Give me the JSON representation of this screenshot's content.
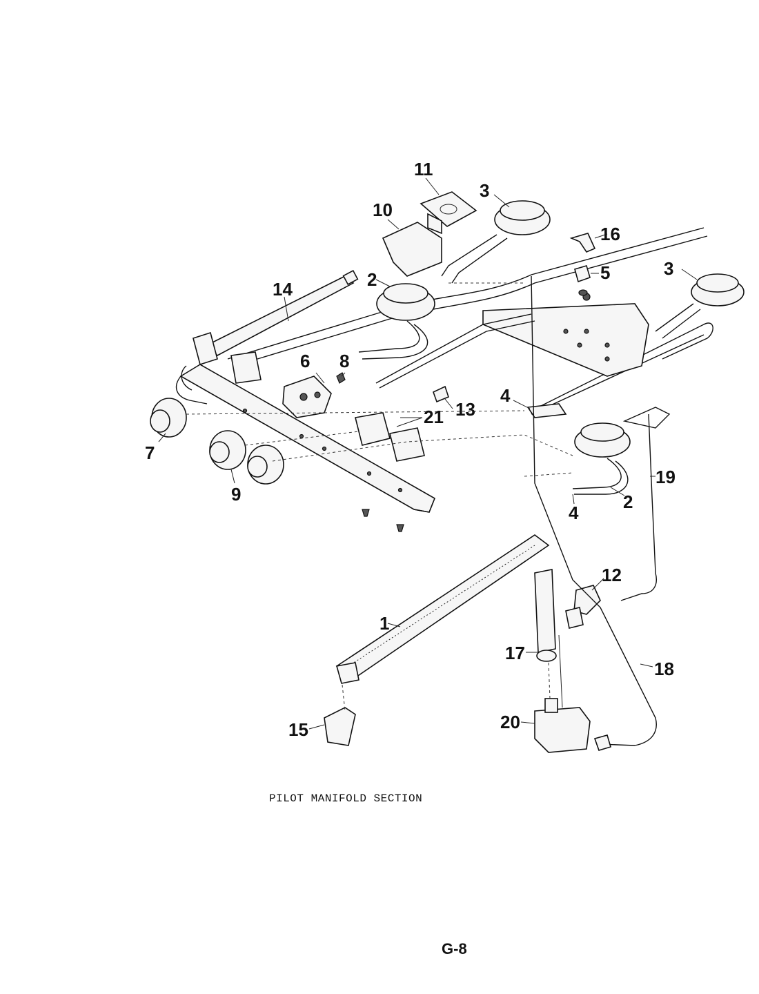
{
  "caption": "PILOT MANIFOLD SECTION",
  "page_number": "G-8",
  "callouts": [
    "1",
    "2",
    "2",
    "3",
    "3",
    "4",
    "4",
    "5",
    "6",
    "7",
    "8",
    "9",
    "10",
    "11",
    "12",
    "13",
    "14",
    "15",
    "16",
    "17",
    "18",
    "19",
    "20",
    "21"
  ]
}
